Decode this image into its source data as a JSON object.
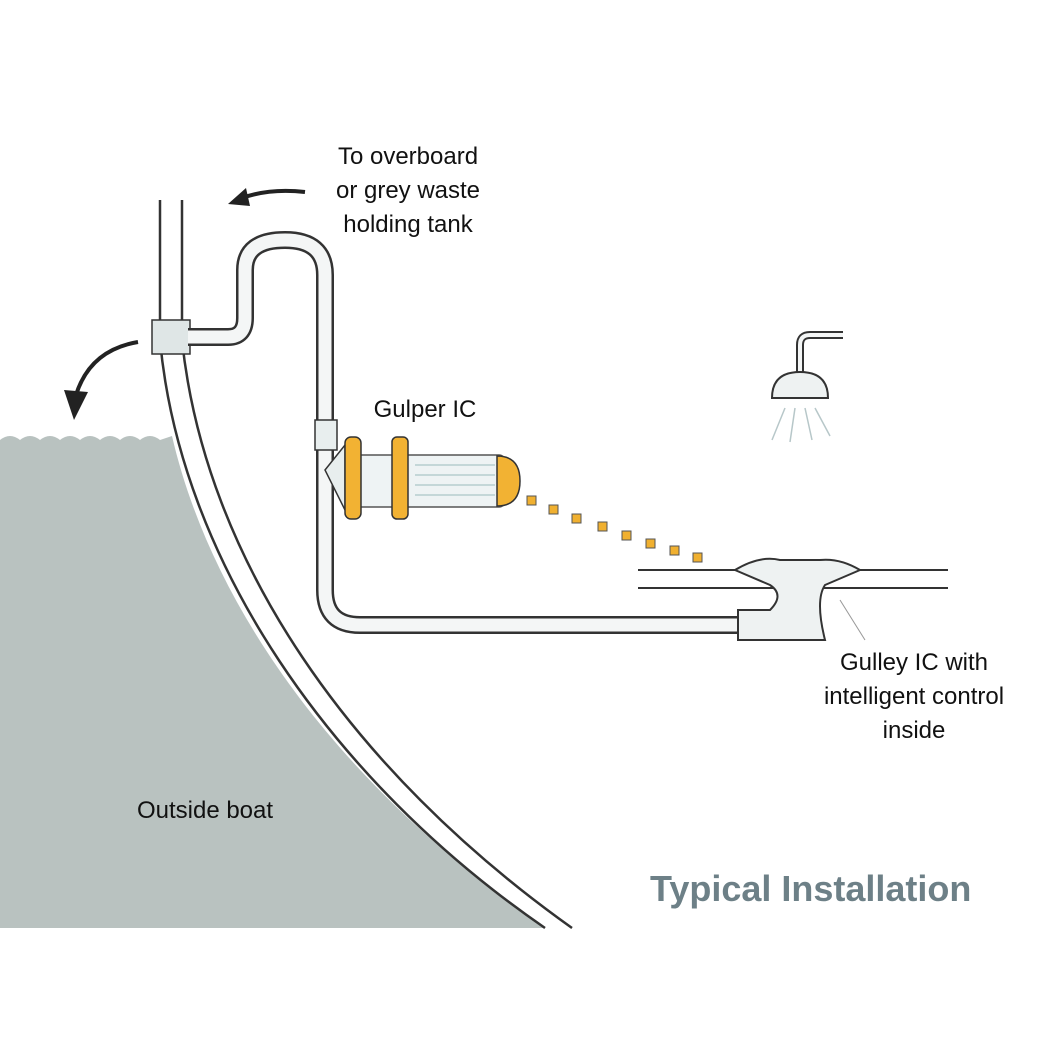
{
  "labels": {
    "overboard": [
      "To overboard",
      "or grey waste",
      "holding tank"
    ],
    "gulper": "Gulper IC",
    "gulley": [
      "Gulley IC with",
      "intelligent control",
      "inside"
    ],
    "outside": "Outside boat"
  },
  "title": "Typical Installation",
  "colors": {
    "sea": "#b9c2c0",
    "pump_accent": "#f2b233",
    "pipe": "#f4f6f6",
    "outline": "#333333",
    "title": "#6d8087"
  }
}
